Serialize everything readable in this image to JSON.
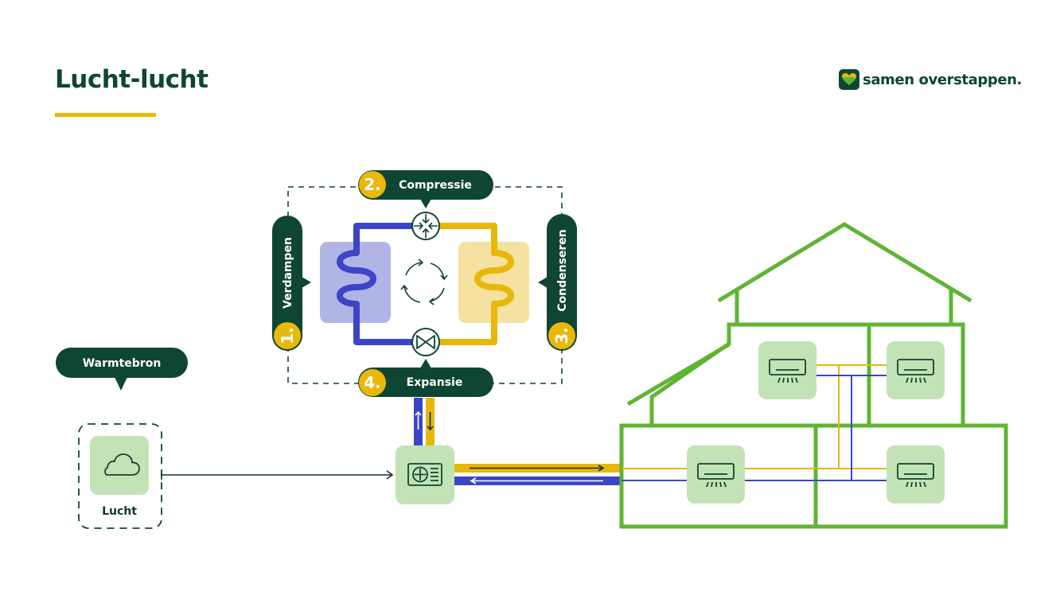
{
  "title": "Lucht-lucht",
  "logo": {
    "text": "samen overstappen."
  },
  "steps": [
    {
      "number": "1.",
      "label": "Verdampen"
    },
    {
      "number": "2.",
      "label": "Compressie"
    },
    {
      "number": "3.",
      "label": "Condenseren"
    },
    {
      "number": "4.",
      "label": "Expansie"
    }
  ],
  "source": {
    "heading": "Warmtebron",
    "label": "Lucht"
  },
  "colors": {
    "dark_green": "#0f4535",
    "accent_yellow": "#eab808",
    "house_green": "#5fb434",
    "light_green": "#c2e3b5",
    "pipe_blue": "#3c45c8",
    "pipe_yellow": "#e8b70a",
    "evaporator_bg": "#b1b5e6",
    "condenser_bg": "#f5e2a0"
  },
  "icons": [
    "cloud-icon",
    "outdoor-unit-icon",
    "compressor-icon",
    "expansion-valve-icon",
    "cycle-arrows-icon",
    "airco-unit-icon",
    "logo-heart-icon"
  ]
}
